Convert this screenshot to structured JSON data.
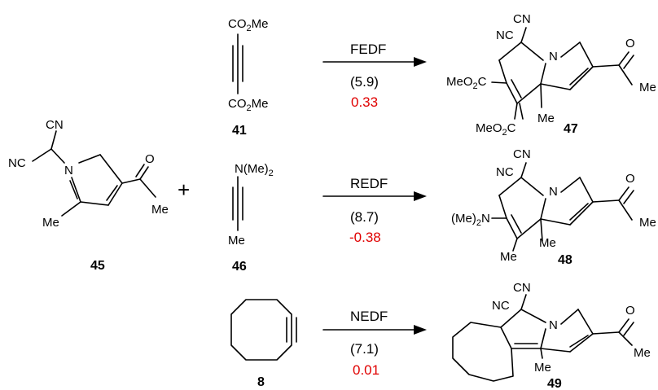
{
  "colors": {
    "ink": "#000000",
    "red_value": "#e00000"
  },
  "reactant": {
    "id": "45",
    "labels": {
      "cn_top": "CN",
      "nc_left": "NC",
      "n": "N",
      "o": "O",
      "me_left": "Me",
      "me_right": "Me"
    }
  },
  "plus": "+",
  "alkynes": [
    {
      "id": "41",
      "top": "CO",
      "top_sub": "2",
      "top_tail": "Me",
      "bottom": "CO",
      "bottom_sub": "2",
      "bottom_tail": "Me"
    },
    {
      "id": "46",
      "top": "N(Me)",
      "top_sub": "2",
      "bottom": "Me"
    },
    {
      "id": "8"
    }
  ],
  "reactions": [
    {
      "type": "FEDF",
      "value_paren": "(5.9)",
      "value_red": "0.33"
    },
    {
      "type": "REDF",
      "value_paren": "(8.7)",
      "value_red": "-0.38"
    },
    {
      "type": "NEDF",
      "value_paren": "(7.1)",
      "value_red": "0.01"
    }
  ],
  "products": [
    {
      "id": "47",
      "cn": "CN",
      "nc": "NC",
      "n": "N",
      "o": "O",
      "me_edge": "Me",
      "me_center": "Me",
      "ester_top": "MeO",
      "ester_top_sub": "2",
      "ester_top_tail": "C",
      "ester_bottom": "MeO",
      "ester_bottom_sub": "2",
      "ester_bottom_tail": "C"
    },
    {
      "id": "48",
      "cn": "CN",
      "nc": "NC",
      "n": "N",
      "o": "O",
      "me_edge": "Me",
      "me_center": "Me",
      "me_bottom": "Me",
      "amine": "(Me)",
      "amine_sub": "2",
      "amine_tail": "N"
    },
    {
      "id": "49",
      "cn": "CN",
      "nc": "NC",
      "n": "N",
      "o": "O",
      "me_edge": "Me",
      "me_center": "Me"
    }
  ]
}
